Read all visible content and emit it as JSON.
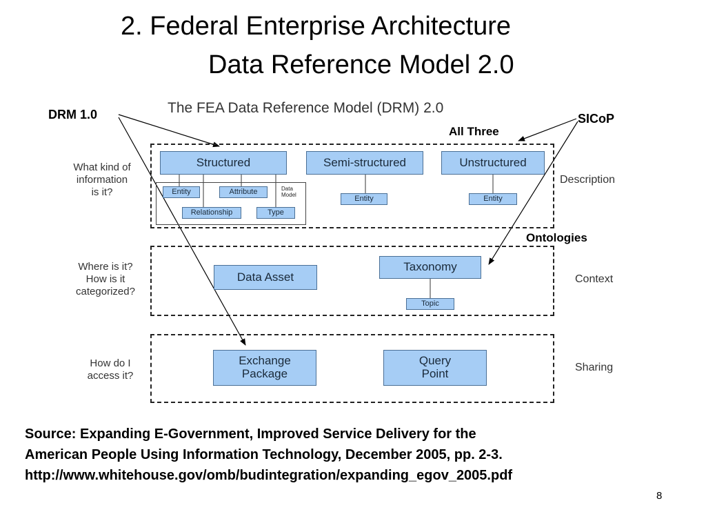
{
  "slide": {
    "title_line1": "2. Federal Enterprise Architecture",
    "title_line2": "Data Reference Model 2.0",
    "page_number": "8"
  },
  "diagram": {
    "heading": "The FEA Data Reference Model (DRM) 2.0",
    "questions": {
      "description": [
        "What kind of",
        "information",
        "is it?"
      ],
      "context": [
        "Where is it?",
        "How is it",
        "categorized?"
      ],
      "sharing": [
        "How do I",
        "access it?"
      ]
    },
    "sections": {
      "description": "Description",
      "context": "Context",
      "sharing": "Sharing"
    },
    "boxes": {
      "structured": "Structured",
      "semi_structured": "Semi-structured",
      "unstructured": "Unstructured",
      "entity": "Entity",
      "attribute": "Attribute",
      "relationship": "Relationship",
      "type": "Type",
      "data_model": "Data Model",
      "data_asset": "Data Asset",
      "taxonomy": "Taxonomy",
      "topic": "Topic",
      "exchange_package": [
        "Exchange",
        "Package"
      ],
      "query_point": [
        "Query",
        "Point"
      ]
    }
  },
  "annotations": {
    "drm10": "DRM 1.0",
    "sicop": "SICoP",
    "all_three": "All Three",
    "ontologies": "Ontologies"
  },
  "source": {
    "line1": "Source: Expanding E-Government, Improved Service Delivery for the",
    "line2": "American People Using Information Technology, December 2005, pp. 2-3.",
    "line3": "http://www.whitehouse.gov/omb/budintegration/expanding_egov_2005.pdf"
  }
}
